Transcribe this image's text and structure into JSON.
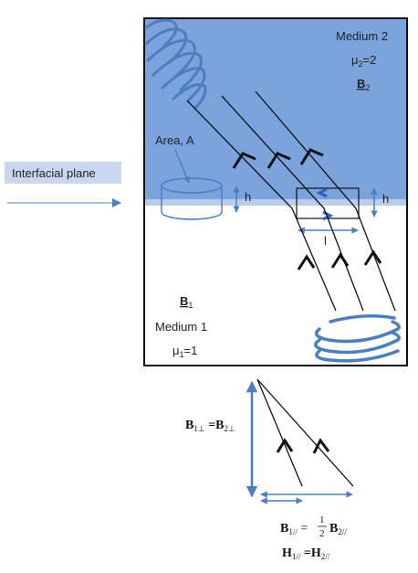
{
  "labels": {
    "medium2": "Medium 2",
    "mu2": "μ",
    "mu2_sub": "2",
    "mu2_val": "=2",
    "b2": "B",
    "b2_sub": "2",
    "area": "Area, A",
    "interfacial_plane": "Interfacial plane",
    "h_left": "h",
    "h_right": "h",
    "l": "l",
    "b1": "B",
    "b1_sub": "1",
    "medium1": "Medium 1",
    "mu1": "μ",
    "mu1_sub": "1",
    "mu1_val": "=1"
  },
  "equations": {
    "perp_b1": "B",
    "perp_b1_sub": "1⊥",
    "perp_eq": " =B",
    "perp_b2_sub": "2⊥",
    "par_b1": "B",
    "par_b1_sub": "1//",
    "par_eq": " =",
    "par_num": "1",
    "par_den": "2",
    "par_b2": "B",
    "par_b2_sub": "2//",
    "h_b1": "H",
    "h_b1_sub": "1//",
    "h_eq": " =H",
    "h_b2_sub": "2//"
  },
  "colors": {
    "medium2_fill": "#7ba3dc",
    "interface_band": "#b9cdec",
    "accent": "#4a7fc1",
    "line": "#111111"
  },
  "icons": {
    "cylinder": "pillbox-gaussian-surface",
    "loop": "rectangular-amperian-loop",
    "coil_top": "current-coil",
    "coil_bottom": "current-coil"
  }
}
